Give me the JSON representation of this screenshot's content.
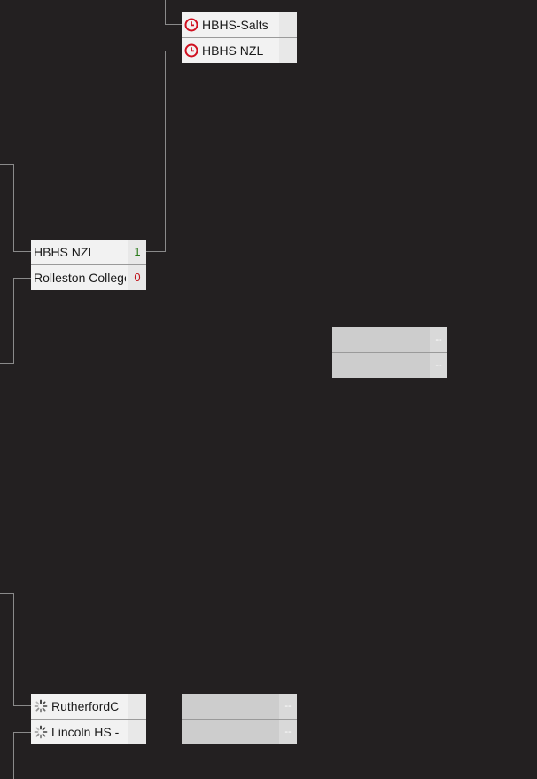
{
  "matches": {
    "hbhs_round": {
      "top": {
        "team": "HBHS-Salts",
        "score": "",
        "status_icon": "clock-icon"
      },
      "bottom": {
        "team": "HBHS NZL",
        "score": "",
        "status_icon": "clock-icon"
      }
    },
    "semi_left": {
      "top": {
        "team": "HBHS NZL",
        "score": "1"
      },
      "bottom": {
        "team": "Rolleston College",
        "score": "0"
      }
    },
    "final_tbd": {
      "top": {
        "team": "",
        "score": "--"
      },
      "bottom": {
        "team": "",
        "score": "--"
      }
    },
    "lower_left": {
      "top": {
        "team": "RutherfordC",
        "score": "",
        "status_icon": "loading-spinner-icon"
      },
      "bottom": {
        "team": "Lincoln HS -",
        "score": "",
        "status_icon": "loading-spinner-icon"
      }
    },
    "lower_next": {
      "top": {
        "team": "",
        "score": "--"
      },
      "bottom": {
        "team": "",
        "score": "--"
      }
    }
  },
  "colors": {
    "background": "#232021",
    "connector": "#8a8a8a",
    "win_score": "#2a7a1a",
    "loss_score": "#c0141c",
    "clock_icon": "#d01020"
  }
}
